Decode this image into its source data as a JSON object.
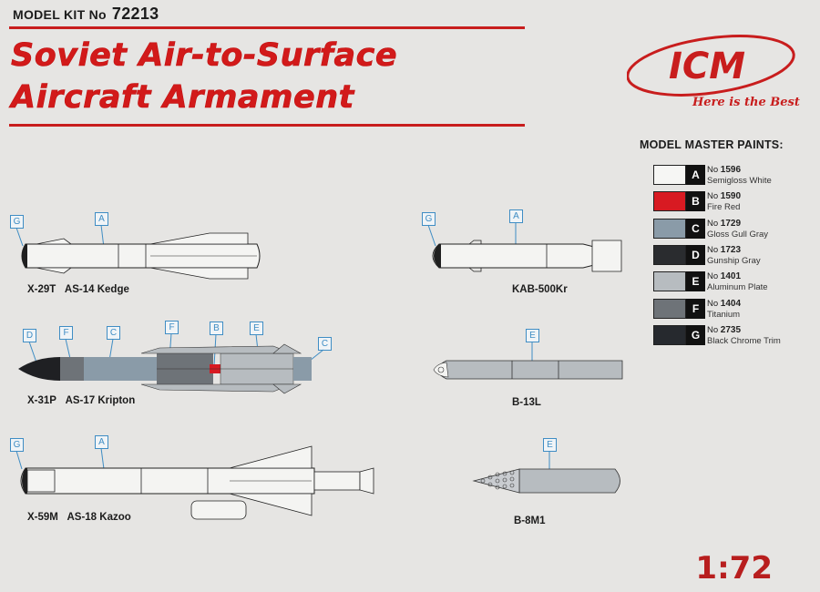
{
  "header": {
    "kit_label": "MODEL KIT No",
    "kit_number": "72213",
    "title_line1": "Soviet Air-to-Surface",
    "title_line2": "Aircraft Armament"
  },
  "logo": {
    "brand": "ICM",
    "slogan": "Here is the Best"
  },
  "paints": {
    "heading": "MODEL MASTER PAINTS:",
    "items": [
      {
        "letter": "A",
        "no_label": "No",
        "number": "1596",
        "name": "Semigloss White",
        "color": "#f6f6f4"
      },
      {
        "letter": "B",
        "no_label": "No",
        "number": "1590",
        "name": "Fire Red",
        "color": "#d81a22"
      },
      {
        "letter": "C",
        "no_label": "No",
        "number": "1729",
        "name": "Gloss Gull Gray",
        "color": "#8a9ba8"
      },
      {
        "letter": "D",
        "no_label": "No",
        "number": "1723",
        "name": "Gunship Gray",
        "color": "#2a2c2f"
      },
      {
        "letter": "E",
        "no_label": "No",
        "number": "1401",
        "name": "Aluminum Plate",
        "color": "#b7bcc0"
      },
      {
        "letter": "F",
        "no_label": "No",
        "number": "1404",
        "name": "Titanium",
        "color": "#6e7378"
      },
      {
        "letter": "G",
        "no_label": "No",
        "number": "2735",
        "name": "Black Chrome Trim",
        "color": "#26292e"
      }
    ]
  },
  "weapons": [
    {
      "designation": "X-29T",
      "nato": "AS-14 Kedge",
      "callouts": [
        "G",
        "A"
      ]
    },
    {
      "designation": "KAB-500Kr",
      "nato": "",
      "callouts": [
        "G",
        "A"
      ]
    },
    {
      "designation": "X-31P",
      "nato": "AS-17 Kripton",
      "callouts": [
        "D",
        "F",
        "C",
        "F",
        "B",
        "E",
        "C"
      ]
    },
    {
      "designation": "B-13L",
      "nato": "",
      "callouts": [
        "E"
      ]
    },
    {
      "designation": "X-59M",
      "nato": "AS-18 Kazoo",
      "callouts": [
        "G",
        "A"
      ]
    },
    {
      "designation": "B-8M1",
      "nato": "",
      "callouts": [
        "E"
      ]
    }
  ],
  "scale": "1:72"
}
